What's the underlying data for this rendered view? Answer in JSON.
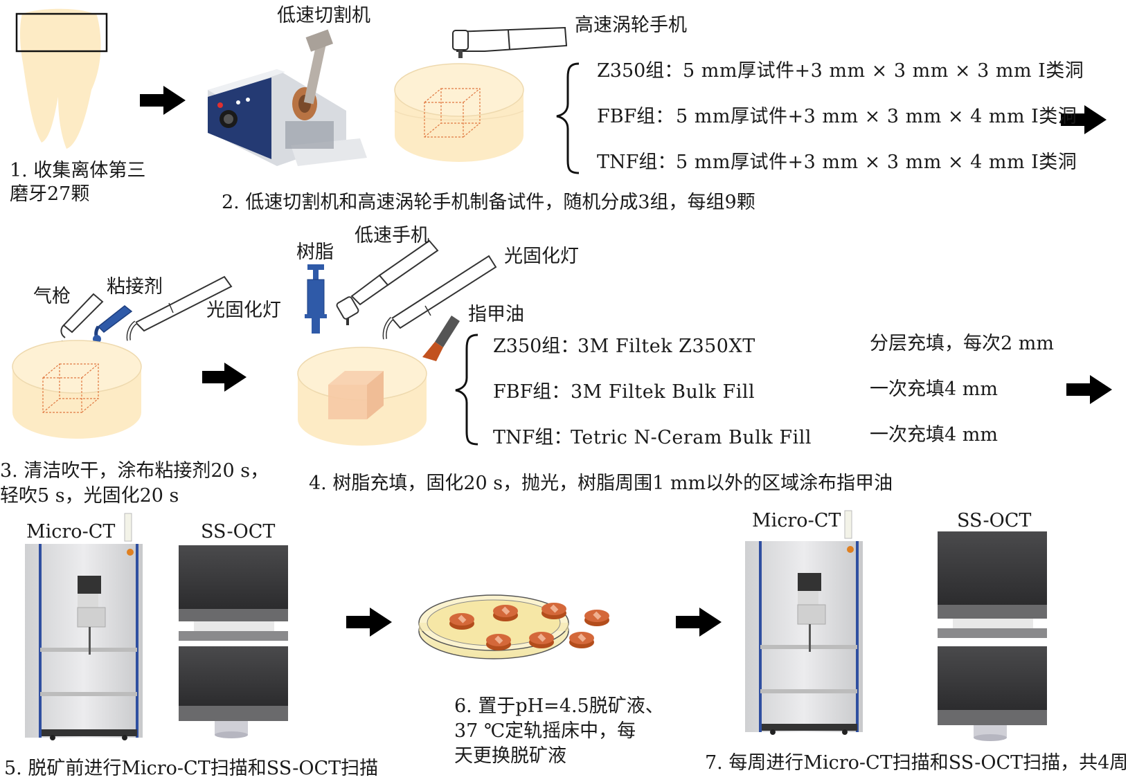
{
  "step1": {
    "caption_line1": "1. 收集离体第三",
    "caption_line2": "磨牙27颗"
  },
  "step2": {
    "label_cutter": "低速切割机",
    "label_turbine": "高速涡轮手机",
    "groups": [
      {
        "name": "Z350组：",
        "spec": "5 mm厚试件+3 mm × 3 mm × 3 mm Ⅰ类洞"
      },
      {
        "name": "FBF组：",
        "spec": "5 mm厚试件+3 mm × 3 mm × 4 mm Ⅰ类洞"
      },
      {
        "name": "TNF组：",
        "spec": "5 mm厚试件+3 mm × 3 mm × 4 mm Ⅰ类洞"
      }
    ],
    "caption": "2. 低速切割机和高速涡轮手机制备试件，随机分成3组，每组9颗"
  },
  "step3": {
    "label_airgun": "气枪",
    "label_adhesive": "粘接剂",
    "label_light": "光固化灯",
    "caption_line1": "3. 清洁吹干，涂布粘接剂20 s，",
    "caption_line2": "轻吹5 s，光固化20 s"
  },
  "step4": {
    "label_resin": "树脂",
    "label_handpiece": "低速手机",
    "label_light": "光固化灯",
    "label_nailpolish": "指甲油",
    "groups": [
      {
        "name": "Z350组：",
        "product": "3M Filtek Z350XT",
        "method": "分层充填，每次2 mm"
      },
      {
        "name": "FBF组：",
        "product": "3M Filtek Bulk Fill",
        "method": "一次充填4 mm"
      },
      {
        "name": "TNF组：",
        "product": "Tetric N-Ceram Bulk Fill",
        "method": "一次充填4 mm"
      }
    ],
    "caption": "4. 树脂充填，固化20 s，抛光，树脂周围1 mm以外的区域涂布指甲油"
  },
  "step5": {
    "label_microct": "Micro-CT",
    "label_ssoct": "SS-OCT",
    "caption": "5. 脱矿前进行Micro-CT扫描和SS-OCT扫描"
  },
  "step6": {
    "caption_line1": "6. 置于pH=4.5脱矿液、",
    "caption_line2": "37 ℃定轨摇床中，每",
    "caption_line3": "天更换脱矿液"
  },
  "step7": {
    "label_microct": "Micro-CT",
    "label_ssoct": "SS-OCT",
    "caption": "7. 每周进行Micro-CT扫描和SS-OCT扫描，共4周"
  },
  "colors": {
    "specimen": "#fdebc5",
    "arrow": "#000000",
    "blue": "#2f5aa8",
    "cavity": "#e07840",
    "resin": "#d4683a",
    "device_dark": "#3c3c3e"
  }
}
